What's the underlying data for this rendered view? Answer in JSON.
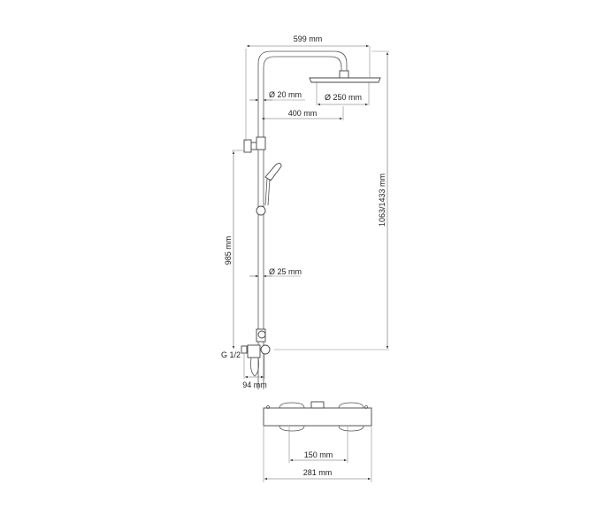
{
  "drawing": {
    "title": "Shower system technical drawing",
    "dimensions": {
      "overall_width": "599 mm",
      "pipe_diameter_top": "Ø 20 mm",
      "head_diameter": "Ø 250 mm",
      "arm_length": "400 mm",
      "total_height": "1063/1433 mm",
      "slide_bar_height": "985 mm",
      "pipe_diameter_lower": "Ø 25 mm",
      "inlet_thread": "G 1/2",
      "wall_offset": "94 mm",
      "mixer_centers": "150 mm",
      "mixer_width": "281 mm"
    },
    "colors": {
      "line": "#555555",
      "text": "#222222",
      "background": "#ffffff"
    }
  }
}
